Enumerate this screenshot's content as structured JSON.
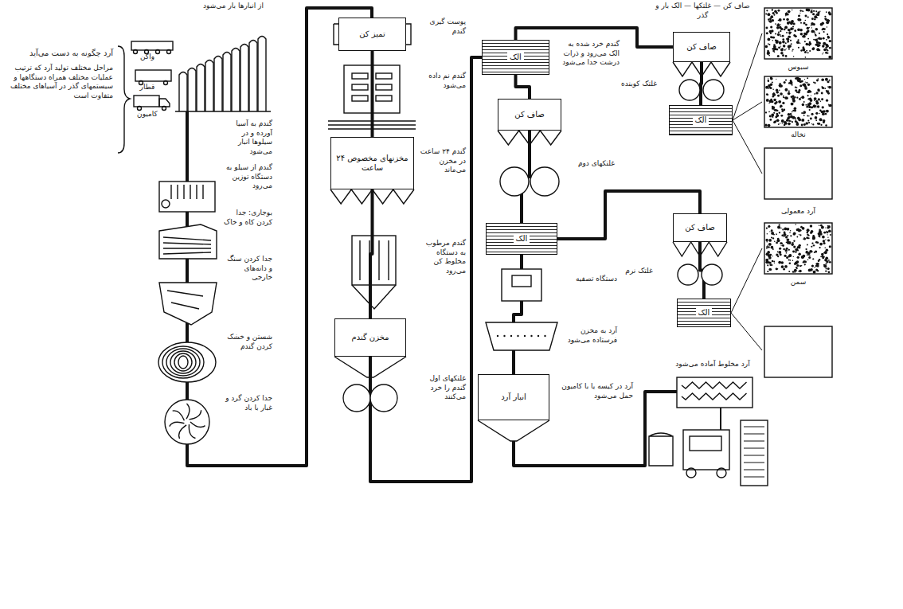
{
  "diagram": {
    "nodes": [
      {
        "text": [
          "تمیز کن"
        ]
      },
      {
        "text": [
          "مخزنهای مخصوص ۲۴ ساعت"
        ]
      },
      {
        "text": [
          "مخزن گندم"
        ]
      },
      {
        "text": [
          "الک"
        ]
      },
      {
        "text": [
          "صاف کن"
        ]
      },
      {
        "text": [
          "الک"
        ]
      },
      {
        "text": [
          "انبار آرد"
        ]
      },
      {
        "text": [
          "صاف کن"
        ]
      },
      {
        "text": [
          "الک"
        ]
      },
      {
        "text": [
          "صاف کن"
        ]
      },
      {
        "text": [
          "الک"
        ]
      }
    ],
    "edges": [
      {
        "from": 0,
        "to": 1,
        "arrow": "none"
      },
      {
        "from": 1,
        "to": 2,
        "arrow": "none"
      },
      {
        "from": 2,
        "to": 3,
        "arrow": "none"
      },
      {
        "from": 3,
        "to": 4,
        "arrow": "none"
      },
      {
        "from": 3,
        "to": 7,
        "arrow": "none"
      },
      {
        "from": 4,
        "to": 5,
        "arrow": "none"
      },
      {
        "from": 5,
        "to": 6,
        "arrow": "none"
      },
      {
        "from": 7,
        "to": 8,
        "arrow": "none"
      },
      {
        "from": 5,
        "to": 9,
        "arrow": "none"
      },
      {
        "from": 9,
        "to": 10,
        "arrow": "none"
      }
    ],
    "labels": [
      "از انبارها بار می‌شود",
      "واگن",
      "قطار",
      "کامیون",
      "آرد چگونه به دست می‌آید",
      "مراحل مختلف تولید آرد که ترتیب عملیات مختلف همراه دستگاهها و سیستمهای گذر در آسیاهای مختلف متفاوت است",
      "گندم به آسیا آورده و در سیلوها انبار می‌شود",
      "گندم از سیلو به دستگاه توزین می‌رود",
      "بوجاری: جدا کردن کاه و خاک",
      "جدا کردن سنگ و دانه‌های خارجی",
      "شستن و خشک کردن گندم",
      "جدا کردن گرد و غبار با باد",
      "پوست گیری گندم",
      "گندم نم داده می‌شود",
      "گندم ۲۴ ساعت در مخزن می‌ماند",
      "گندم مرطوب به دستگاه مخلوط کن می‌رود",
      "غلتکهای اول گندم را خرد می‌کنند",
      "گندم خرد شده به الک می‌رود و ذرات درشت جدا می‌شود",
      "غلتکهای دوم",
      "دستگاه تصفیه",
      "آرد به مخزن فرستاده می‌شود",
      "صاف کن — غلتکها — الک بار و گذر",
      "غلتک کوبنده",
      "غلتک نرم",
      "سبوس",
      "نخاله",
      "آرد معمولی",
      "سمن",
      "آرد مخلوط آماده می‌شود",
      "آرد در کیسه یا با کامیون حمل می‌شود"
    ]
  }
}
